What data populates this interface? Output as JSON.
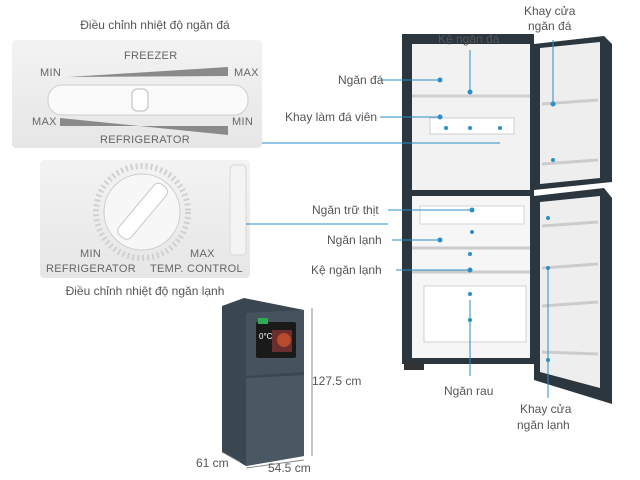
{
  "freezer_panel": {
    "caption": "Điều chỉnh nhiệt độ ngăn đá",
    "top_label": "FREEZER",
    "bottom_label": "REFRIGERATOR",
    "top_min": "MIN",
    "top_max": "MAX",
    "bottom_max": "MAX",
    "bottom_min": "MIN"
  },
  "fridge_panel": {
    "caption": "Điều chỉnh nhiệt độ ngăn lạnh",
    "min": "MIN",
    "max": "MAX",
    "refrigerator": "REFRIGERATOR",
    "temp_control": "TEMP. CONTROL"
  },
  "callouts": {
    "ke_ngan_da": "Kệ ngăn đá",
    "khay_cua_ngan_da": [
      "Khay cửa",
      "ngăn đá"
    ],
    "ngan_da": "Ngăn đá",
    "khay_lam_da_vien": "Khay làm đá viên",
    "ngan_tru_thit": "Ngăn trữ thịt",
    "ngan_lanh": "Ngăn lạnh",
    "ke_ngan_lanh": "Kệ ngăn lạnh",
    "ngan_rau": "Ngăn rau",
    "khay_cua_ngan_lanh": [
      "Khay cửa",
      "ngăn lạnh"
    ]
  },
  "dimensions": {
    "height": "127.5 cm",
    "depth": "61 cm",
    "width": "54.5 cm"
  },
  "display": {
    "temp": "0°C"
  },
  "colors": {
    "callout_line": "#2a8fc7",
    "fridge_body": "#2e3a44",
    "panel_bg": "#eeeeee"
  }
}
